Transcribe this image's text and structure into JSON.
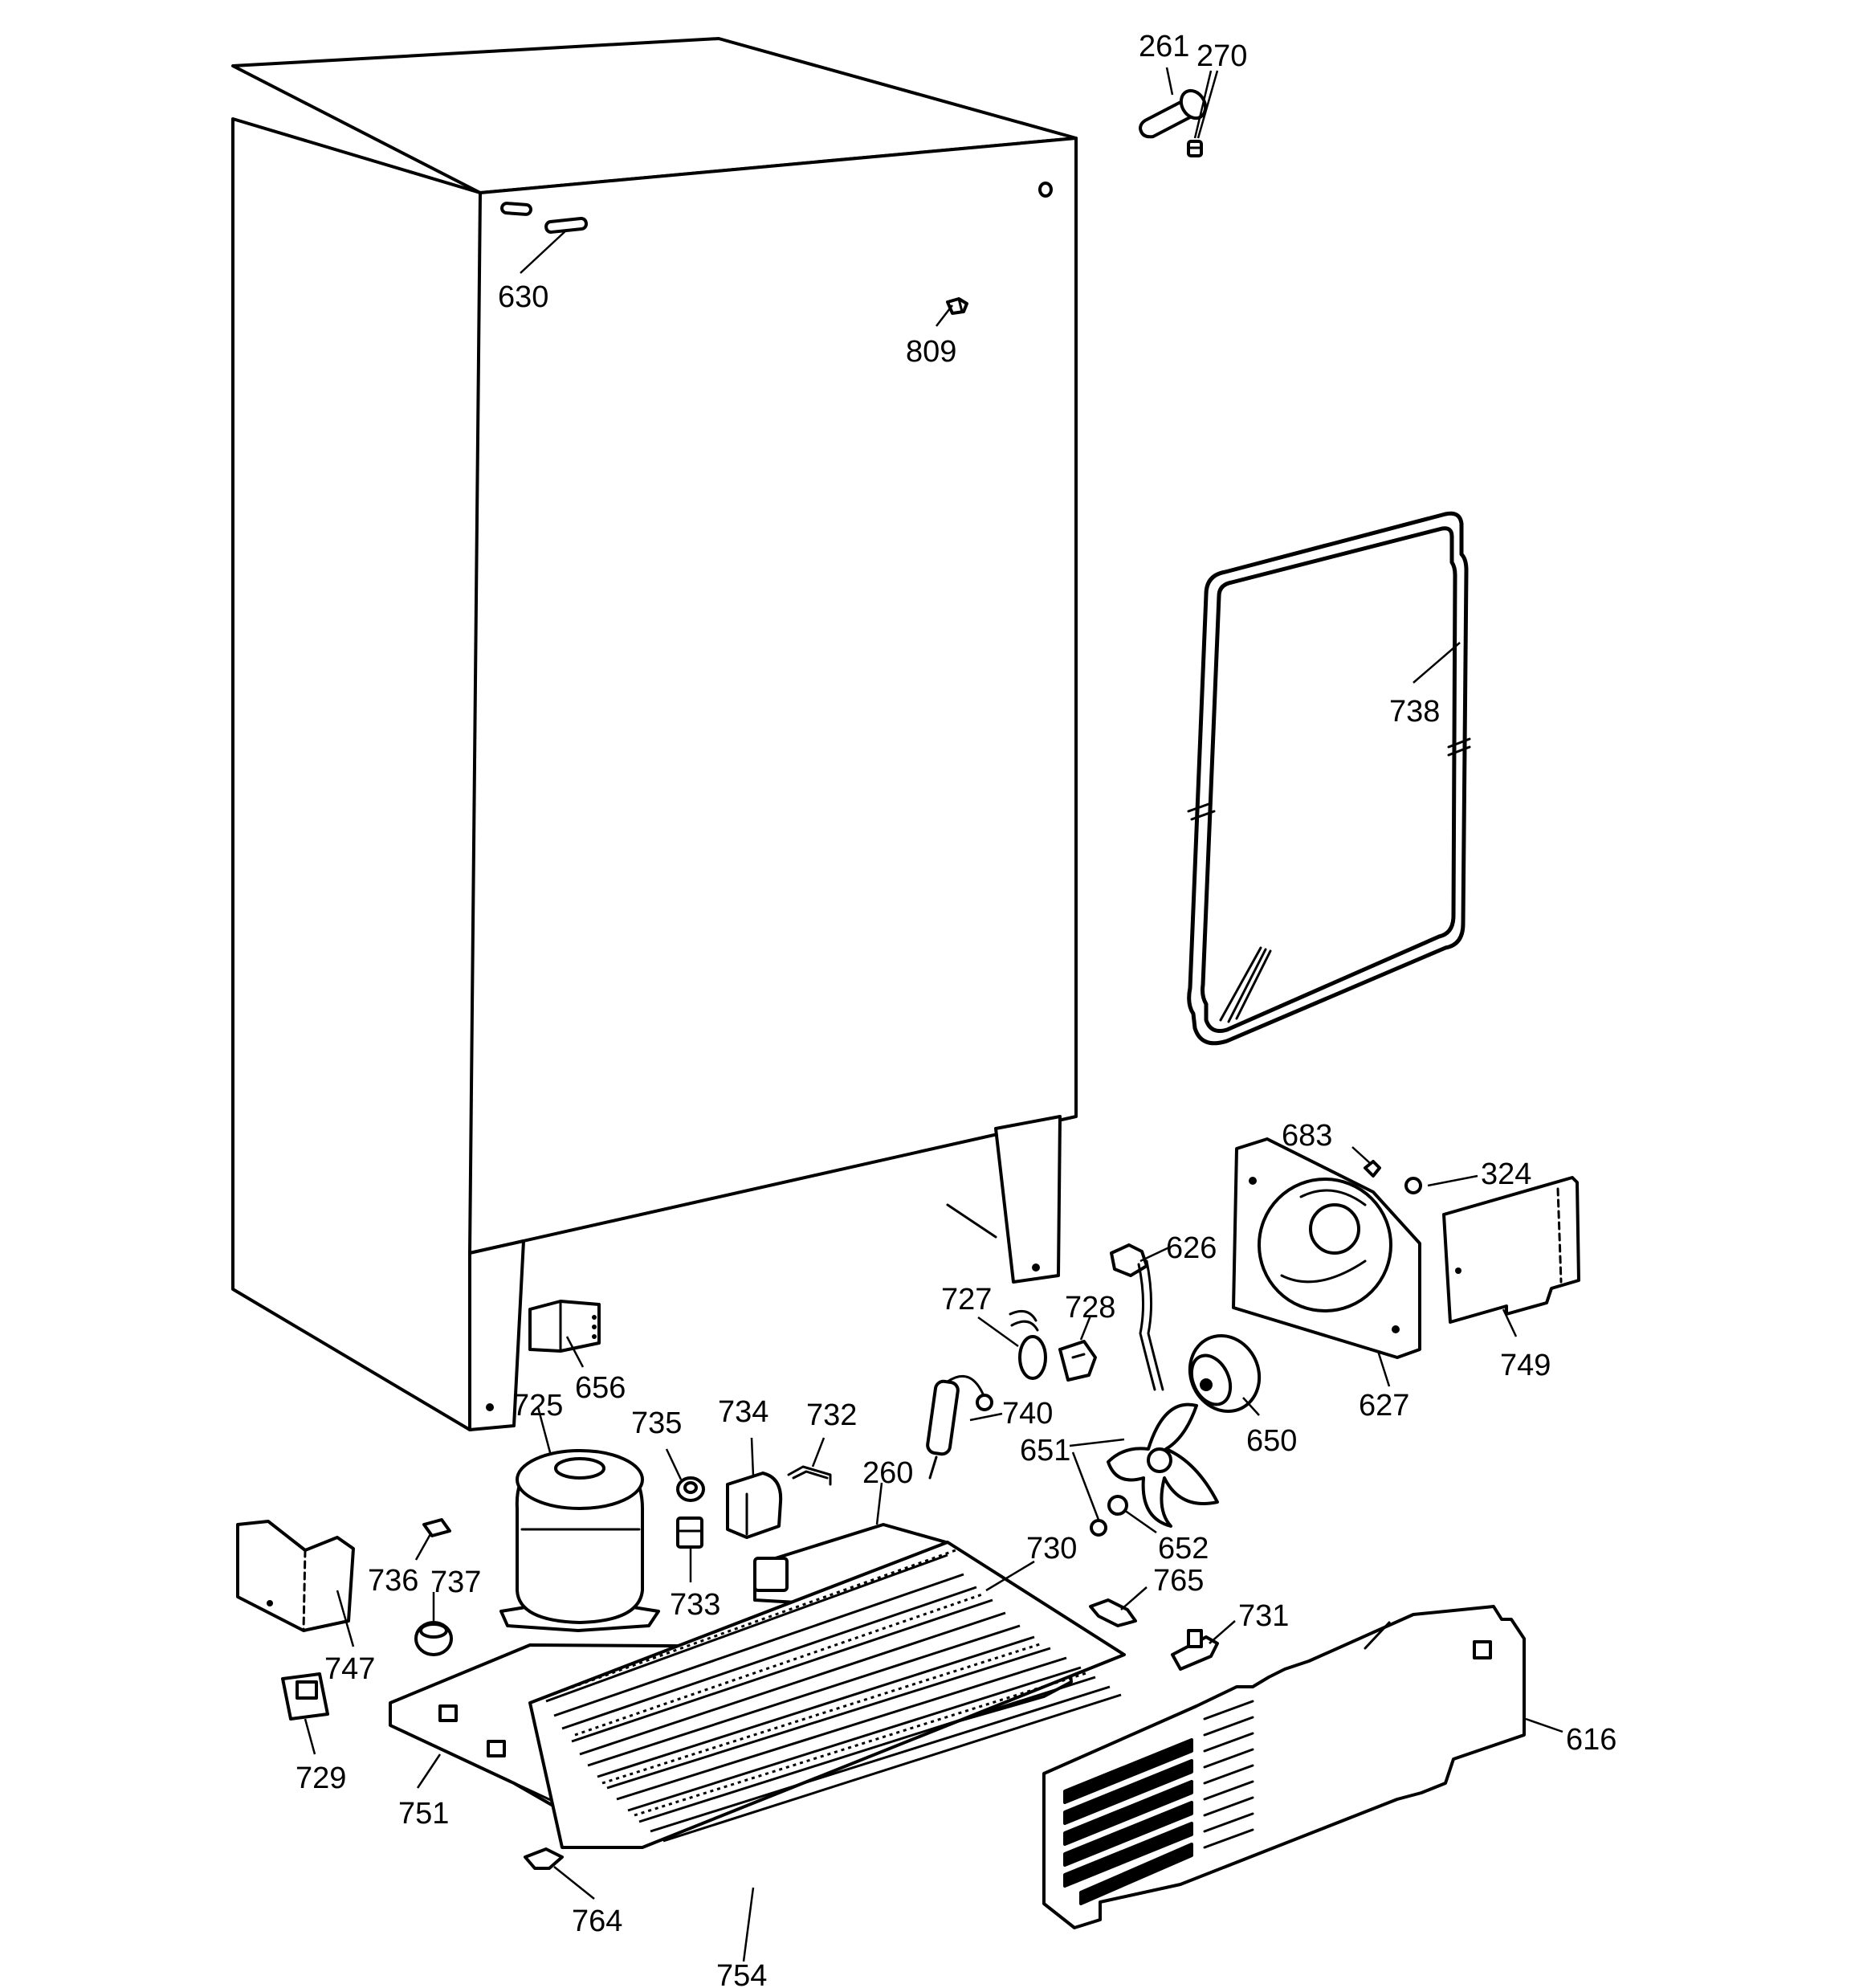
{
  "callouts": [
    {
      "id": "c261",
      "label": "261"
    },
    {
      "id": "c270",
      "label": "270"
    },
    {
      "id": "c630",
      "label": "630"
    },
    {
      "id": "c809",
      "label": "809"
    },
    {
      "id": "c738",
      "label": "738"
    },
    {
      "id": "c683",
      "label": "683"
    },
    {
      "id": "c324",
      "label": "324"
    },
    {
      "id": "c626",
      "label": "626"
    },
    {
      "id": "c727",
      "label": "727"
    },
    {
      "id": "c728",
      "label": "728"
    },
    {
      "id": "c749",
      "label": "749"
    },
    {
      "id": "c656",
      "label": "656"
    },
    {
      "id": "c627",
      "label": "627"
    },
    {
      "id": "c725",
      "label": "725"
    },
    {
      "id": "c735",
      "label": "735"
    },
    {
      "id": "c734",
      "label": "734"
    },
    {
      "id": "c732",
      "label": "732"
    },
    {
      "id": "c740",
      "label": "740"
    },
    {
      "id": "c650",
      "label": "650"
    },
    {
      "id": "c651",
      "label": "651"
    },
    {
      "id": "c260",
      "label": "260"
    },
    {
      "id": "c652",
      "label": "652"
    },
    {
      "id": "c730",
      "label": "730"
    },
    {
      "id": "c736",
      "label": "736"
    },
    {
      "id": "c737",
      "label": "737"
    },
    {
      "id": "c733",
      "label": "733"
    },
    {
      "id": "c765",
      "label": "765"
    },
    {
      "id": "c731",
      "label": "731"
    },
    {
      "id": "c747",
      "label": "747"
    },
    {
      "id": "c616",
      "label": "616"
    },
    {
      "id": "c729",
      "label": "729"
    },
    {
      "id": "c751",
      "label": "751"
    },
    {
      "id": "c764",
      "label": "764"
    },
    {
      "id": "c754",
      "label": "754"
    }
  ]
}
